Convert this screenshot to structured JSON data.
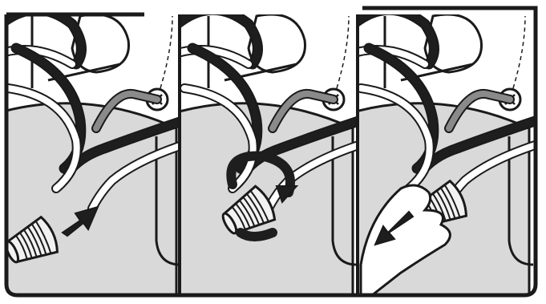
{
  "figure": {
    "panels": [
      {
        "name": "step-1",
        "action": "insert-wire-nut",
        "arrow": "push-right-arrow"
      },
      {
        "name": "step-2",
        "action": "twist-wire-nut",
        "arrow": "rotate-clockwise-arrow"
      },
      {
        "name": "step-3",
        "action": "tug-test",
        "arrow": "pull-left-arrow"
      }
    ],
    "colors": {
      "outline": "#1a1a1a",
      "black_wire": "#1e1e1e",
      "ground_wire": "#8a8a8a",
      "white_wire": "#ffffff",
      "box": "#d9d9d9",
      "background": "#ffffff"
    }
  }
}
